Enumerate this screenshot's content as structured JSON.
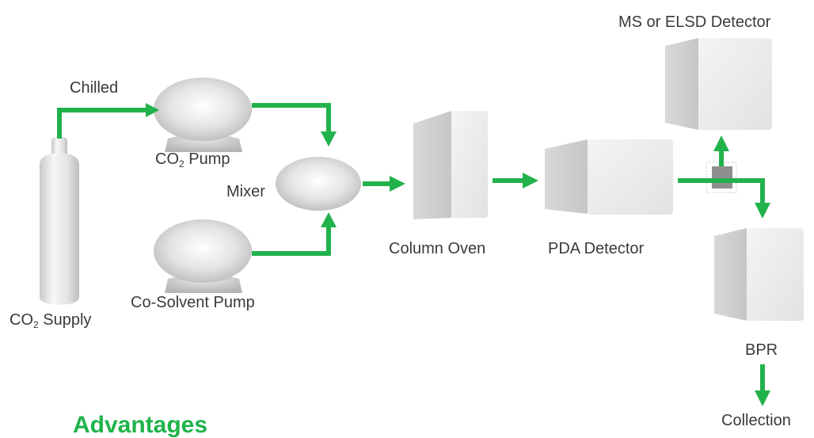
{
  "colors": {
    "flow_arrow": "#22b24c",
    "label_text": "#3a3a3a",
    "heading": "#1fb34a"
  },
  "labels": {
    "chilled": "Chilled",
    "co2_pump_prefix": "CO",
    "co2_pump_sub": "2",
    "co2_pump_suffix": " Pump",
    "mixer": "Mixer",
    "co_solvent_pump": "Co-Solvent Pump",
    "co2_supply_prefix": "CO",
    "co2_supply_sub": "2",
    "co2_supply_suffix": " Supply",
    "column_oven": "Column Oven",
    "pda_detector": "PDA Detector",
    "ms_elsd_detector": "MS or ELSD Detector",
    "bpr": "BPR",
    "collection": "Collection"
  },
  "heading": {
    "text": "Advantages"
  }
}
